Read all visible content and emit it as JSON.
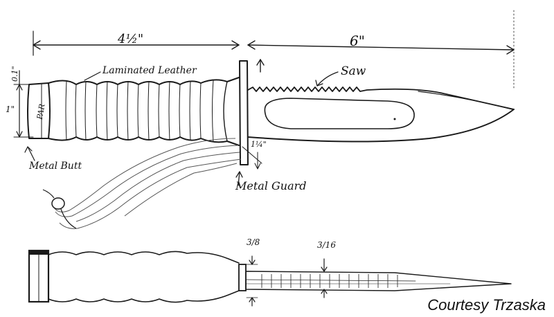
{
  "labels": {
    "handle_length": "4½\"",
    "blade_length": "6\"",
    "handle_material": "Laminated Leather",
    "saw": "Saw",
    "butt": "Metal Butt",
    "guard": "Metal Guard",
    "guard_dim": "1¼\"",
    "butt_mark": "PAR",
    "height_dim": "1\"",
    "top_dim": "0.1\"",
    "spine_width_1": "3/8",
    "spine_width_2": "3/16"
  },
  "caption": "Courtesy Trzaska"
}
